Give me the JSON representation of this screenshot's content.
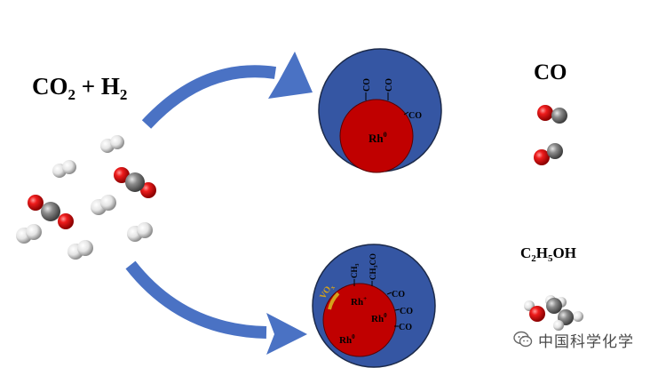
{
  "reactants": {
    "co2": "CO",
    "co2_sub": "2",
    "plus": " + ",
    "h2": "H",
    "h2_sub": "2"
  },
  "top_product": {
    "label": "CO"
  },
  "bottom_product": {
    "c": "C",
    "c_sub": "2",
    "h": "H",
    "h_sub": "5",
    "oh": "OH"
  },
  "top_catalyst": {
    "core": "Rh",
    "core_sup": "0",
    "ligands": [
      "CO",
      "CO",
      "CO"
    ]
  },
  "bottom_catalyst": {
    "vox": "VO",
    "vox_sub": "x",
    "ligand_ch3": "CH",
    "ligand_ch3_sub": "3",
    "ligand_ch3co": "CH",
    "ligand_ch3co_sub": "3",
    "ligand_ch3co_tail": "CO",
    "ligands_co": [
      "CO",
      "CO",
      "CO"
    ],
    "rh_plus": "Rh",
    "rh_plus_sup": "+",
    "rh_zero_a": "Rh",
    "rh_zero_a_sup": "0",
    "rh_zero_b": "Rh",
    "rh_zero_b_sup": "0"
  },
  "watermark": {
    "text": "中国科学化学"
  },
  "colors": {
    "support": "#3556a3",
    "rh": "#c00000",
    "arrow": "#4a72c4",
    "oxygen": "#e01010",
    "carbon": "#7d7d7d",
    "hydrogen": "#e8e8e8",
    "vox": "#d4a21b"
  }
}
